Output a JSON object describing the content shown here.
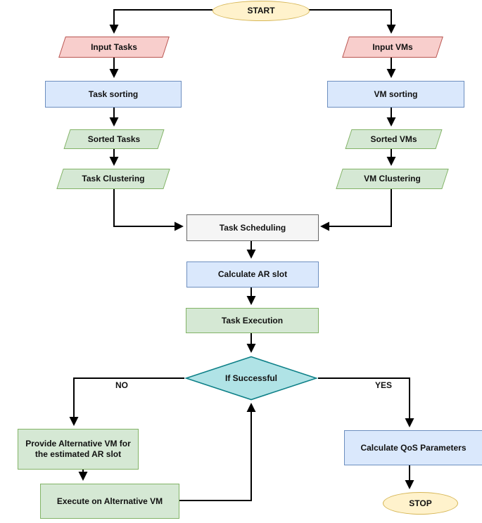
{
  "diagram": {
    "nodes": {
      "start": {
        "label": "START",
        "type": "terminator"
      },
      "input_tasks": {
        "label": "Input Tasks",
        "type": "data"
      },
      "task_sorting": {
        "label": "Task sorting",
        "type": "process"
      },
      "sorted_tasks": {
        "label": "Sorted Tasks",
        "type": "data"
      },
      "task_clustering": {
        "label": "Task Clustering",
        "type": "data"
      },
      "input_vms": {
        "label": "Input VMs",
        "type": "data"
      },
      "vm_sorting": {
        "label": "VM sorting",
        "type": "process"
      },
      "sorted_vms": {
        "label": "Sorted VMs",
        "type": "data"
      },
      "vm_clustering": {
        "label": "VM Clustering",
        "type": "data"
      },
      "task_scheduling": {
        "label": "Task Scheduling",
        "type": "process"
      },
      "calculate_ar_slot": {
        "label": "Calculate AR slot",
        "type": "process"
      },
      "task_execution": {
        "label": "Task Execution",
        "type": "process"
      },
      "if_successful": {
        "label": "If Successful",
        "type": "decision"
      },
      "provide_alternative_vm": {
        "label": "Provide Alternative VM for the estimated AR slot",
        "type": "process"
      },
      "execute_on_alternative_vm": {
        "label": "Execute on Alternative VM",
        "type": "process"
      },
      "calculate_qos": {
        "label": "Calculate QoS Parameters",
        "type": "process"
      },
      "stop": {
        "label": "STOP",
        "type": "terminator"
      }
    },
    "edge_labels": {
      "no": "NO",
      "yes": "YES"
    },
    "edges": [
      {
        "from": "start",
        "to": "input_tasks"
      },
      {
        "from": "start",
        "to": "input_vms"
      },
      {
        "from": "input_tasks",
        "to": "task_sorting"
      },
      {
        "from": "task_sorting",
        "to": "sorted_tasks"
      },
      {
        "from": "sorted_tasks",
        "to": "task_clustering"
      },
      {
        "from": "task_clustering",
        "to": "task_scheduling"
      },
      {
        "from": "input_vms",
        "to": "vm_sorting"
      },
      {
        "from": "vm_sorting",
        "to": "sorted_vms"
      },
      {
        "from": "sorted_vms",
        "to": "vm_clustering"
      },
      {
        "from": "vm_clustering",
        "to": "task_scheduling"
      },
      {
        "from": "task_scheduling",
        "to": "calculate_ar_slot"
      },
      {
        "from": "calculate_ar_slot",
        "to": "task_execution"
      },
      {
        "from": "task_execution",
        "to": "if_successful"
      },
      {
        "from": "if_successful",
        "to": "provide_alternative_vm",
        "label": "NO"
      },
      {
        "from": "if_successful",
        "to": "calculate_qos",
        "label": "YES"
      },
      {
        "from": "provide_alternative_vm",
        "to": "execute_on_alternative_vm"
      },
      {
        "from": "execute_on_alternative_vm",
        "to": "if_successful"
      },
      {
        "from": "calculate_qos",
        "to": "stop"
      }
    ],
    "colors": {
      "terminator_fill": "#fff2cc",
      "terminator_stroke": "#d6b656",
      "input_fill": "#f8cecc",
      "input_stroke": "#b85450",
      "process_fill": "#dae8fc",
      "process_stroke": "#6c8ebf",
      "green_fill": "#d5e8d4",
      "green_stroke": "#82b366",
      "neutral_fill": "#f5f5f5",
      "neutral_stroke": "#666666",
      "decision_fill": "#b0e3e6",
      "decision_stroke": "#0e8088",
      "edge_color": "#000000"
    }
  }
}
